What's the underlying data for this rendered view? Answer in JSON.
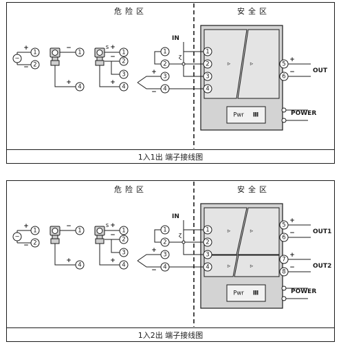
{
  "diagrams": [
    {
      "caption": "1入1出 端子接线图",
      "hazard_zone": "危险区",
      "safe_zone": "安全区",
      "input_label": "IN",
      "outputs": [
        {
          "label": "OUT",
          "terminals": [
            "5",
            "6"
          ]
        }
      ],
      "power_label": "POWER",
      "pwr_box": "Pwr",
      "input_terminals": [
        "1",
        "2",
        "3",
        "4"
      ],
      "signs": {
        "plus": "+",
        "minus": "−",
        "s": "s"
      }
    },
    {
      "caption": "1入2出 端子接线图",
      "hazard_zone": "危险区",
      "safe_zone": "安全区",
      "input_label": "IN",
      "outputs": [
        {
          "label": "OUT1",
          "terminals": [
            "5",
            "6"
          ]
        },
        {
          "label": "OUT2",
          "terminals": [
            "7",
            "8"
          ]
        }
      ],
      "power_label": "POWER",
      "pwr_box": "Pwr",
      "input_terminals": [
        "1",
        "2",
        "3",
        "4"
      ],
      "signs": {
        "plus": "+",
        "minus": "−",
        "s": "s"
      }
    }
  ]
}
